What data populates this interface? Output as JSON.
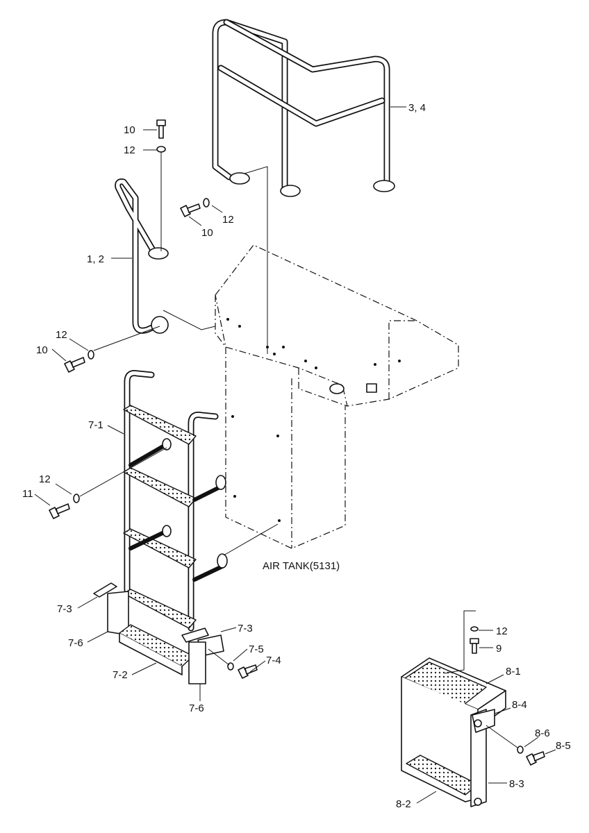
{
  "labels": {
    "l_10a": "10",
    "l_12a": "12",
    "l_34": "3, 4",
    "l_12b": "12",
    "l_10b": "10",
    "l_12": "1, 2",
    "l_12c": "12",
    "l_10c": "10",
    "l_71": "7-1",
    "l_12d": "12",
    "l_11": "11",
    "l_airtank": "AIR TANK(5131)",
    "l_73a": "7-3",
    "l_76a": "7-6",
    "l_73b": "7-3",
    "l_75": "7-5",
    "l_74": "7-4",
    "l_72": "7-2",
    "l_76b": "7-6",
    "l_12e": "12",
    "l_9": "9",
    "l_81": "8-1",
    "l_84": "8-4",
    "l_86": "8-6",
    "l_85": "8-5",
    "l_83": "8-3",
    "l_82": "8-2"
  }
}
